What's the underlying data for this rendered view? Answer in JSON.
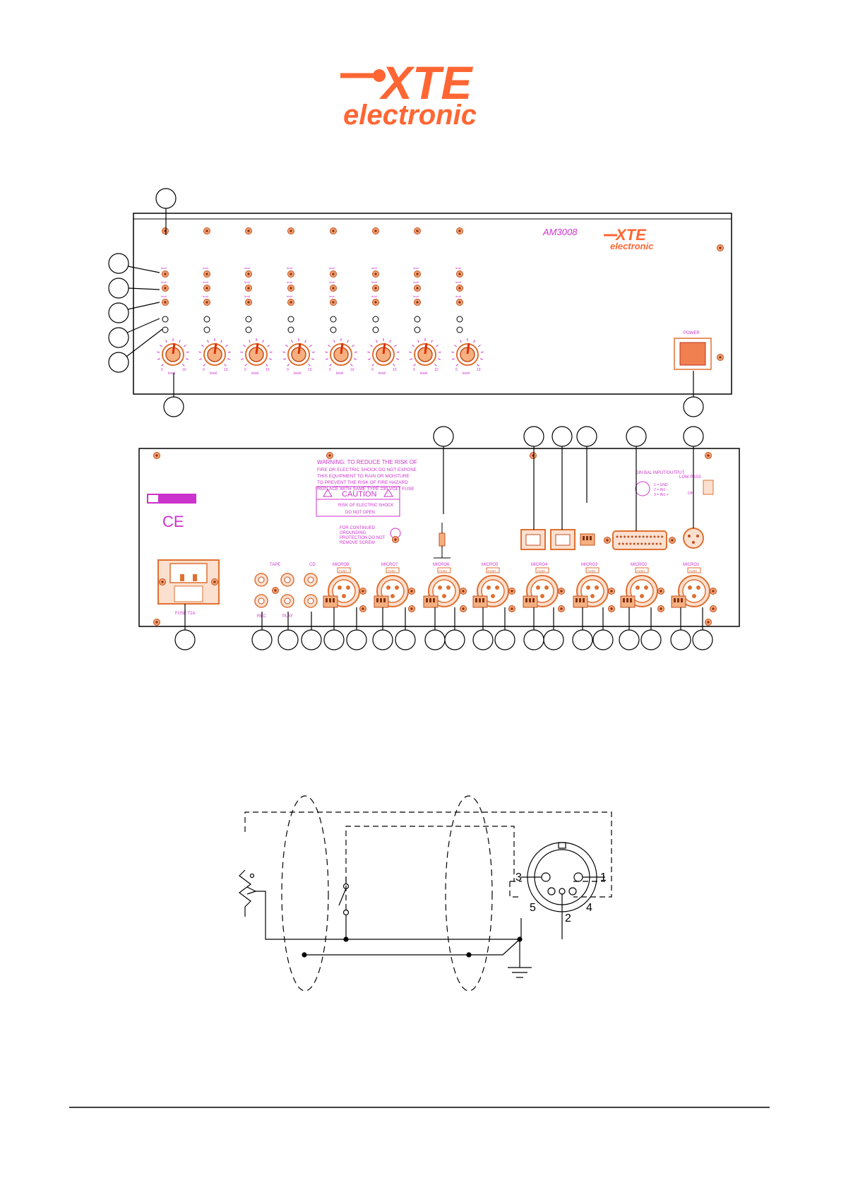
{
  "logo": {
    "brand": "XTE",
    "sub": "electronic",
    "color": "#ff6633"
  },
  "front_panel": {
    "model": "AM3008",
    "power_label": "POWER",
    "level_label": "level",
    "knob_scale_min": "0",
    "knob_scale_max": "10",
    "channels": 8
  },
  "rear_panel": {
    "warning_lines": [
      "WARNING:  TO REDUCE THE RISK OF",
      "FIRE OR ELECTRIC SHOCK DO NOT EXPOSE",
      "THIS EQUIPMENT TO RAIN OR MOISTURE",
      "TO PREVENT THE RISK OF FIRE HAZARD",
      "REPLACE WITH SAME TYPE 230 VOLT FUSE"
    ],
    "caution_title": "CAUTION",
    "caution_lines": [
      "RISK OF ELECTRIC SHOCK",
      "DO NOT OPEN"
    ],
    "grounding_lines": [
      "FOR CONTINUED",
      "GROUNDING",
      "PROTECTION DO NOT",
      "REMOVE SCREW"
    ],
    "ce_mark": "CE",
    "fuse_label": "FUSE T2A",
    "tape_label": "TAPE",
    "cd_label": "CD",
    "rec_label": "REC",
    "play_label": "PLAY",
    "mic_labels": [
      "MICRO8",
      "MICRO7",
      "MICRO6",
      "MICRO5",
      "MICRO4",
      "MICRO3",
      "MICRO2",
      "MICRO1"
    ],
    "push_label": "PUSH",
    "bal_label": "DIN BAL INPUT/OUTPUT",
    "lowpass_label": "LOW PASS",
    "pin_notes": [
      "1 = GND",
      "2 = IN1 -",
      "3 = IN1 +"
    ],
    "din_pin_label": "DIN"
  },
  "wiring": {
    "pins": [
      "3",
      "1",
      "5",
      "4",
      "2"
    ]
  },
  "colors": {
    "panel_line": "#000000",
    "accent": "#ff6633",
    "label": "#cc33cc",
    "connector": "#e07030"
  }
}
